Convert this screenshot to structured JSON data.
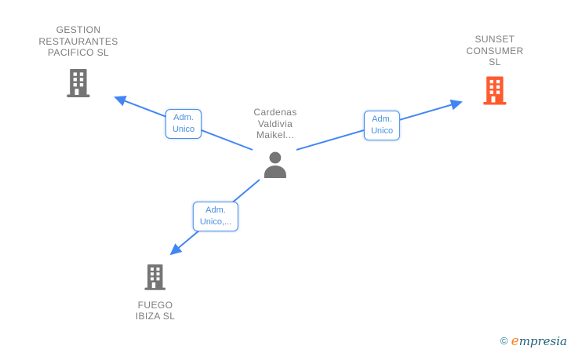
{
  "diagram": {
    "type": "corporate-relationship-graph",
    "colors": {
      "edge_blue": "#4285f4",
      "label_blue": "#4a90e2",
      "node_gray": "#757575",
      "text_gray": "#7d7d7d",
      "building_orange": "#ff5a2d",
      "logo_teal": "#21607a",
      "logo_orange": "#f5821f"
    },
    "nodes": {
      "company_top_left": {
        "icon": "building-icon",
        "lines": [
          "GESTION",
          "RESTAURANTES",
          "PACIFICO SL"
        ]
      },
      "company_top_right": {
        "icon": "building-icon",
        "lines": [
          "SUNSET",
          "CONSUMER",
          "SL"
        ]
      },
      "person_center": {
        "icon": "person-icon",
        "lines": [
          "Cardenas",
          "Valdivia",
          "Maikel..."
        ]
      },
      "company_bottom": {
        "icon": "building-icon",
        "lines": [
          "FUEGO",
          "IBIZA SL"
        ]
      }
    },
    "edges": [
      {
        "from": "person_center",
        "to": "company_top_left",
        "label_lines": [
          "Adm.",
          "Unico"
        ]
      },
      {
        "from": "person_center",
        "to": "company_top_right",
        "label_lines": [
          "Adm.",
          "Unico"
        ]
      },
      {
        "from": "person_center",
        "to": "company_bottom",
        "label_lines": [
          "Adm.",
          "Unico,..."
        ]
      }
    ]
  },
  "footer": {
    "copyright_symbol": "©",
    "brand_lead": "e",
    "brand_rest": "mpresia"
  }
}
